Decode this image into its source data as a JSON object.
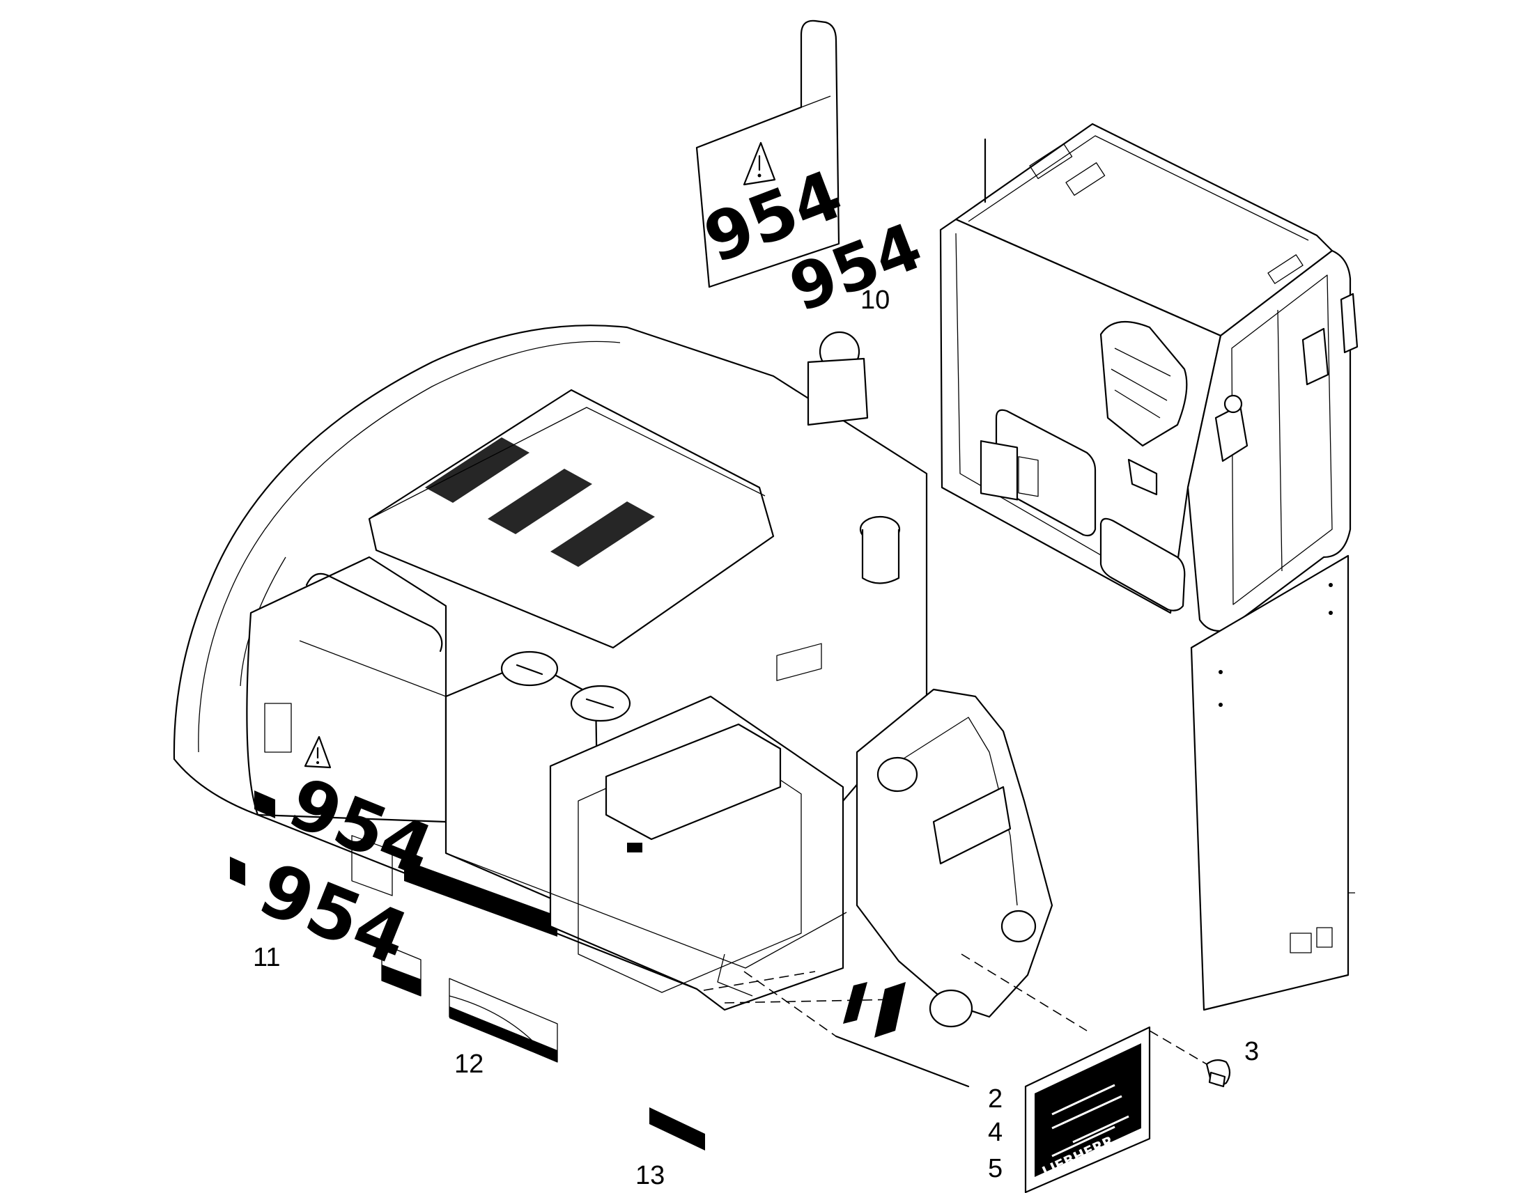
{
  "decals": {
    "model_number": "954",
    "brand": "LIEBHERR"
  },
  "callouts": [
    {
      "id": "c10",
      "label": "10"
    },
    {
      "id": "c11",
      "label": "11"
    },
    {
      "id": "c12",
      "label": "12"
    },
    {
      "id": "c13",
      "label": "13"
    },
    {
      "id": "c2",
      "label": "2"
    },
    {
      "id": "c4",
      "label": "4"
    },
    {
      "id": "c5",
      "label": "5"
    },
    {
      "id": "c3",
      "label": "3"
    }
  ]
}
